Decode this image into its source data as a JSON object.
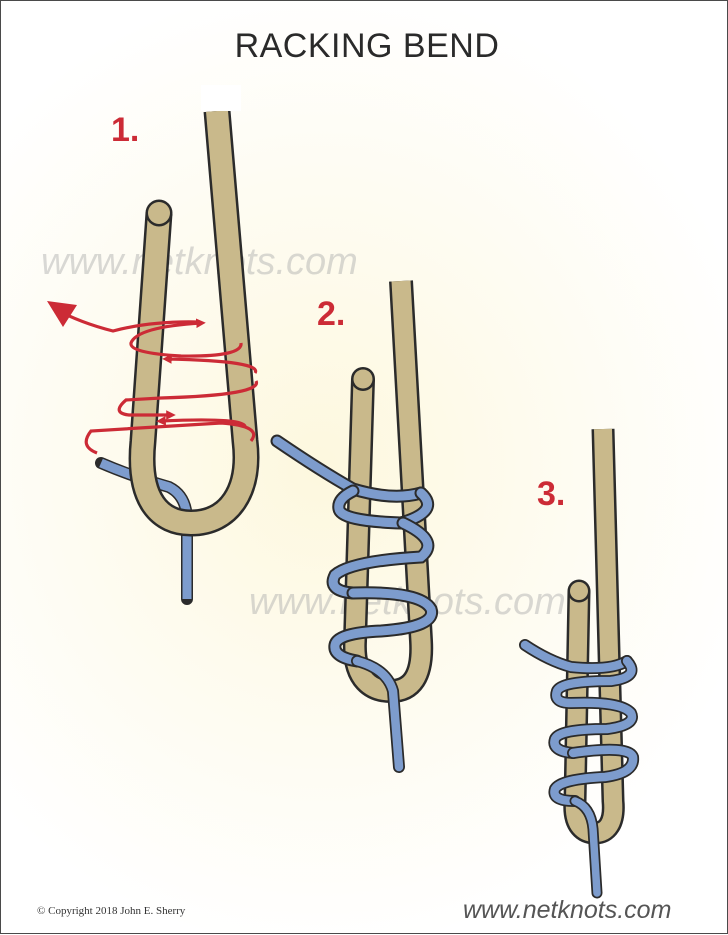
{
  "title": "RACKING BEND",
  "steps": [
    {
      "label": "1."
    },
    {
      "label": "2."
    },
    {
      "label": "3."
    }
  ],
  "watermark": "www.netknots.com",
  "copyright": "Copyright  2018  John E. Sherry",
  "copyright_symbol": "©",
  "brand": "www.netknots.com",
  "colors": {
    "rope_tan": "#c9b98b",
    "rope_blue": "#7d9ccd",
    "arrow_red": "#cc2b36",
    "outline": "#2b2b2b"
  }
}
